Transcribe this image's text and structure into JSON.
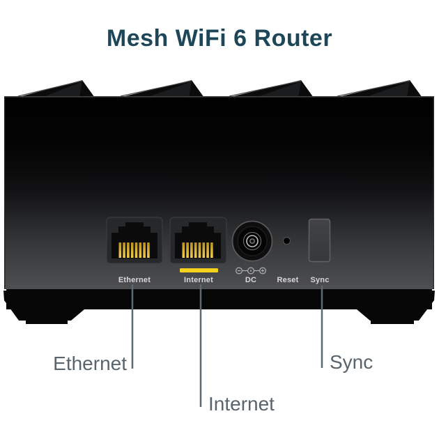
{
  "title": "Mesh WiFi 6 Router",
  "colors": {
    "title_text": "#1d4758",
    "callout_text": "#59646c",
    "callout_line": "#5d686f",
    "panel_label_text": "#d8d8da",
    "accent_yellow": "#f5d21d",
    "connector_gold": "#e8b93a",
    "body_dark": "#0b0b0c",
    "body_light": "#4e4f51"
  },
  "router": {
    "ports": [
      {
        "id": "ethernet",
        "label": "Ethernet",
        "type": "rj45-jack"
      },
      {
        "id": "internet",
        "label": "Internet",
        "type": "rj45-jack",
        "accent": "yellow-underline"
      },
      {
        "id": "dc",
        "label": "DC",
        "type": "barrel-power-jack"
      },
      {
        "id": "reset",
        "label": "Reset",
        "type": "pinhole-button"
      },
      {
        "id": "sync",
        "label": "Sync",
        "type": "push-button"
      }
    ]
  },
  "callouts": [
    {
      "label": "Ethernet",
      "side": "left-of-line"
    },
    {
      "label": "Internet",
      "side": "right-of-line"
    },
    {
      "label": "Sync",
      "side": "right-of-line"
    }
  ]
}
